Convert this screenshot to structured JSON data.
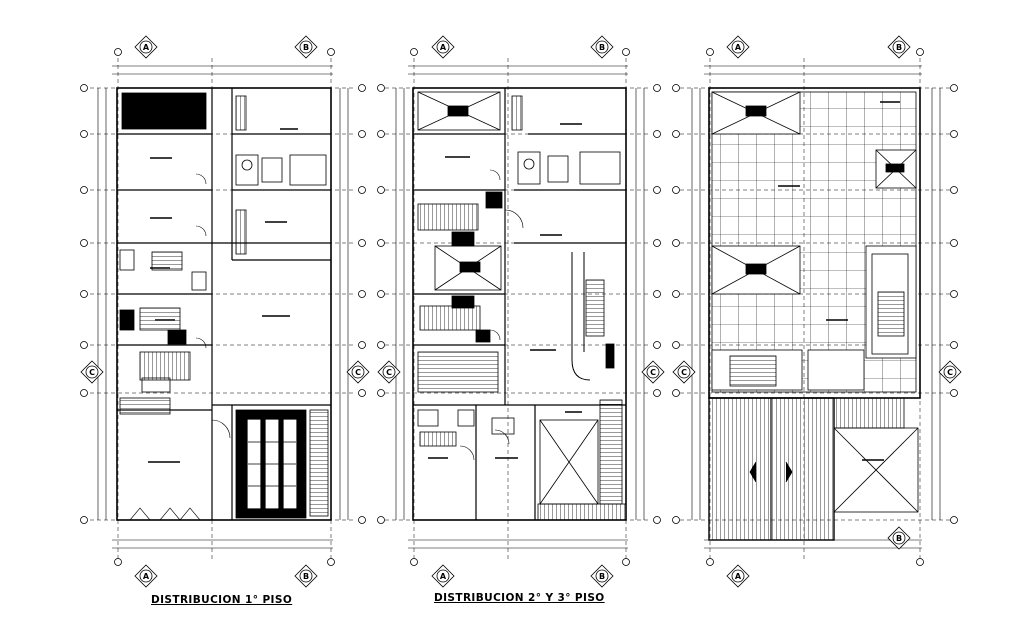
{
  "plans": [
    {
      "id": "plan1",
      "title": "DISTRIBUCION 1° PISO",
      "grid_top": [
        "A",
        "B"
      ],
      "grid_bottom": [
        "A",
        "B"
      ],
      "grid_left": [
        "C"
      ],
      "grid_right": [
        "C"
      ]
    },
    {
      "id": "plan2",
      "title": "DISTRIBUCION 2° Y 3° PISO",
      "grid_top": [
        "A",
        "B"
      ],
      "grid_bottom": [
        "A",
        "B"
      ],
      "grid_left": [
        "C"
      ],
      "grid_right": [
        "C"
      ]
    },
    {
      "id": "plan3",
      "title": "",
      "grid_top": [
        "A",
        "B"
      ],
      "grid_bottom": [
        "A",
        "B"
      ],
      "grid_left": [
        "C"
      ],
      "grid_right": [
        "C"
      ]
    }
  ],
  "colors": {
    "background": "#ffffff",
    "ink": "#000000"
  }
}
